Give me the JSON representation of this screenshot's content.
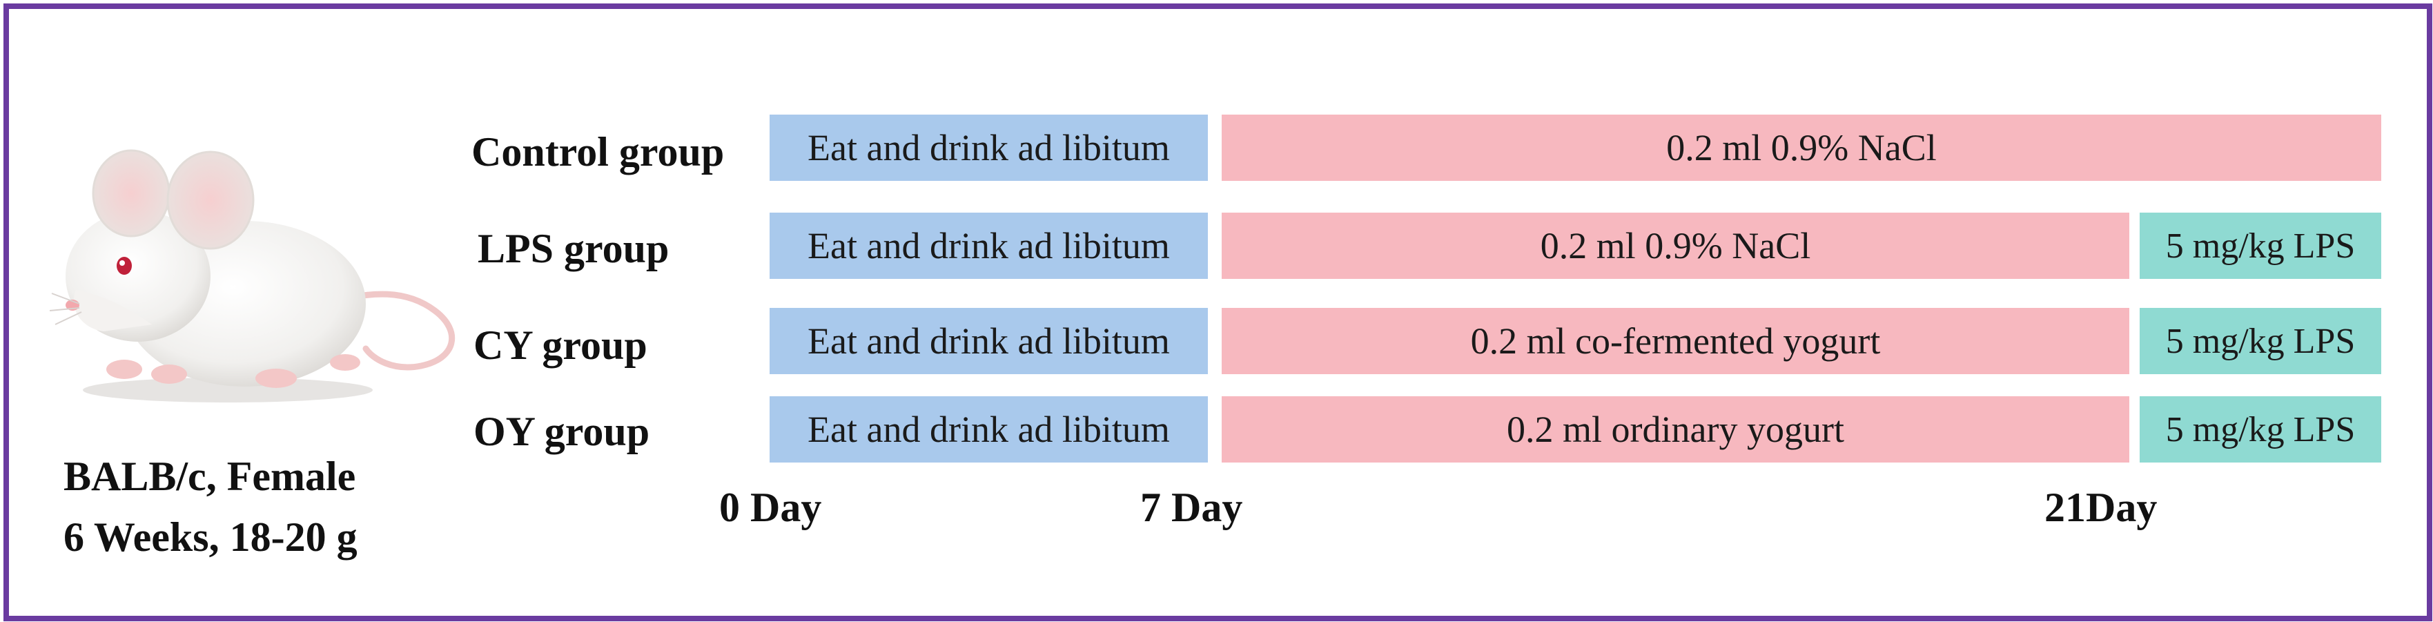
{
  "groups": [
    {
      "label": "Control group",
      "phase1": "Eat and drink ad libitum",
      "phase2": "0.2 ml 0.9% NaCl",
      "phase3": ""
    },
    {
      "label": "LPS group",
      "phase1": "Eat and drink ad libitum",
      "phase2": "0.2 ml 0.9% NaCl",
      "phase3": "5 mg/kg LPS"
    },
    {
      "label": "CY group",
      "phase1": "Eat and drink ad libitum",
      "phase2": "0.2 ml co-fermented yogurt",
      "phase3": "5 mg/kg LPS"
    },
    {
      "label": "OY group",
      "phase1": "Eat and drink ad libitum",
      "phase2": "0.2 ml ordinary yogurt",
      "phase3": "5 mg/kg LPS"
    }
  ],
  "days": [
    "0 Day",
    "7 Day",
    "21Day"
  ],
  "mouse_caption": {
    "line1": "BALB/c, Female",
    "line2": "6 Weeks, 18-20 g"
  },
  "colors": {
    "border": "#6a3ba0",
    "acclimation": "#a9c9ec",
    "gavage": "#f7b8bf",
    "lps": "#8fdad2"
  }
}
